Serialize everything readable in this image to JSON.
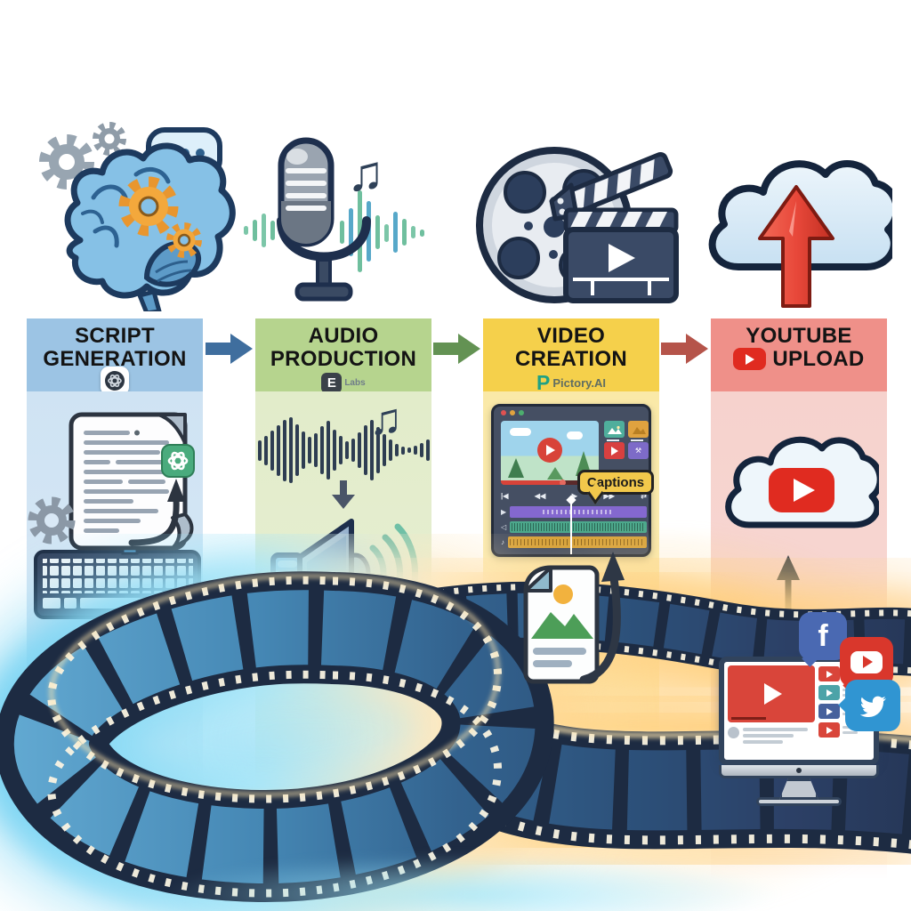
{
  "workflow": {
    "steps": [
      {
        "id": "script-generation",
        "line1": "SCRIPT",
        "line2": "GENERATION"
      },
      {
        "id": "audio-production",
        "line1": "AUDIO",
        "line2": "PRODUCTION"
      },
      {
        "id": "video-creation",
        "line1": "VIDEO",
        "line2": "CREATION"
      },
      {
        "id": "youtube-upload",
        "line1": "YOUTUBE",
        "line2": "UPLOAD"
      }
    ]
  },
  "branding": {
    "elabs_letter": "E",
    "elabs_text": "Labs",
    "pictory_letter": "P",
    "pictory_text": "Pictory.AI",
    "facebook_letter": "f"
  },
  "editor": {
    "captions_label": "Captions",
    "transport_icons": [
      "|◀",
      "◀◀",
      "▶",
      "▶▶",
      "⇄"
    ],
    "track_icons": [
      "▶",
      "◁",
      "♪"
    ]
  },
  "icons": {
    "music_note_single": "♪",
    "music_note_double": "♫",
    "waveform_bars": [
      5,
      9,
      15,
      23,
      33,
      45,
      57,
      69,
      74,
      58,
      42,
      30,
      38,
      54,
      66,
      46,
      32,
      20,
      26,
      40,
      56,
      68,
      52,
      36,
      24,
      14,
      9,
      6,
      10,
      16,
      24,
      16,
      10,
      6
    ]
  },
  "palette": {
    "script_header": "#9cc4e4",
    "script_body": "#d9e8f5",
    "audio_header": "#b6d48e",
    "audio_body": "#e7efd5",
    "video_header": "#f5d04b",
    "video_body": "#fbeeb8",
    "youtube_header": "#ef9089",
    "youtube_body": "#f8d7d2",
    "arrow_blue": "#3f6e9e",
    "arrow_green": "#639253",
    "arrow_red": "#b5544a",
    "youtube_red": "#e02b20",
    "glow_gold": "#ffd27f",
    "glow_cyan": "#8fdcf5",
    "film_base": "#1d2b42"
  }
}
